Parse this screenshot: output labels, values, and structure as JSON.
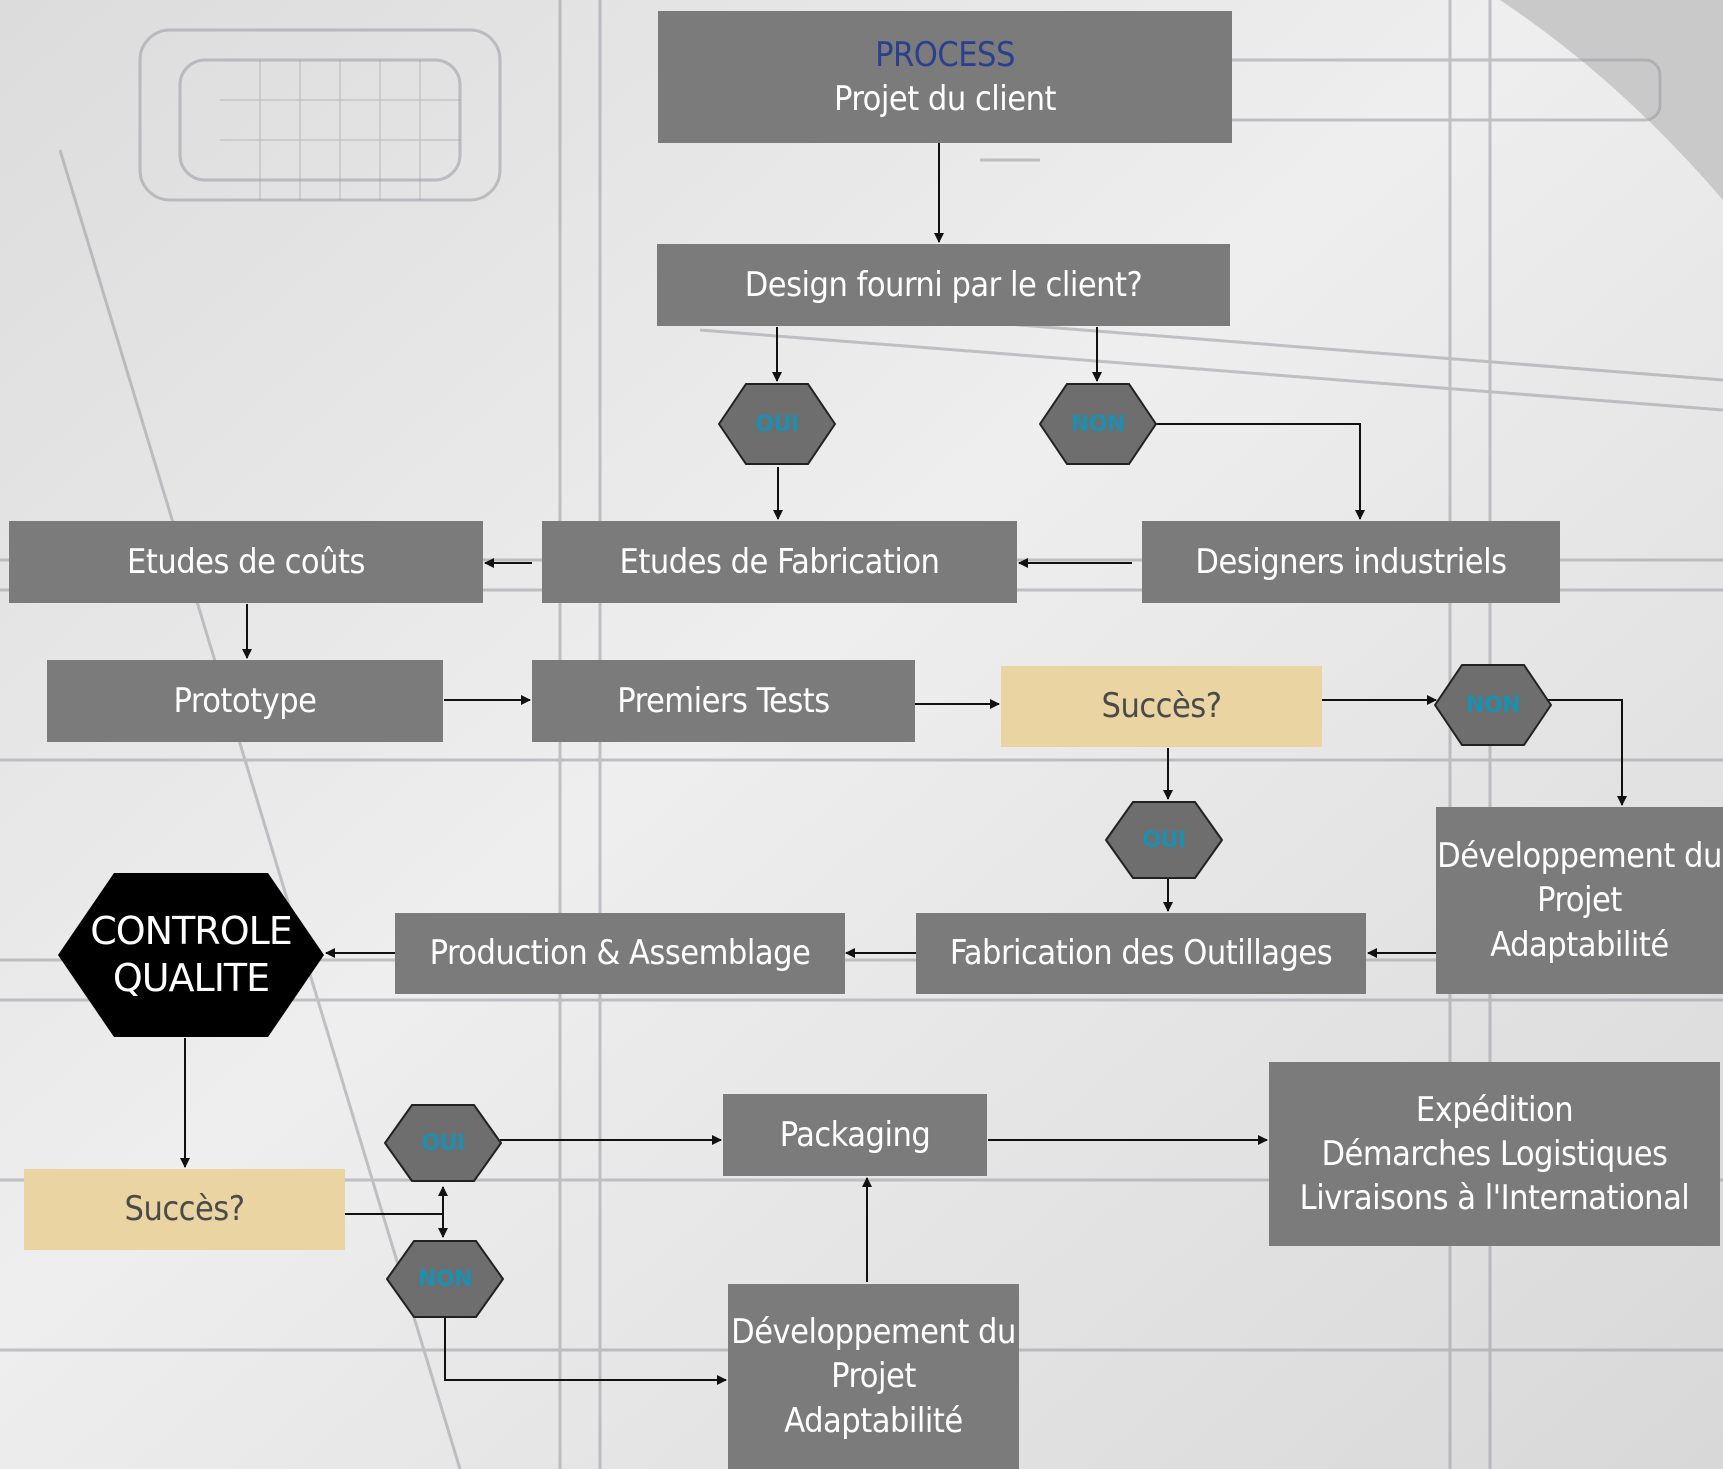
{
  "colors": {
    "box": "#7b7b7b",
    "box_text": "#ffffff",
    "title_text": "#2a3f8f",
    "decision_box": "#e9d4a2",
    "hex_fill": "#6e6e6e",
    "hex_label": "#1d8fb0",
    "quality_fill": "#000000",
    "arrow": "#111111"
  },
  "nodes": {
    "process": {
      "title": "PROCESS",
      "subtitle": "Projet du client"
    },
    "design_question": {
      "label": "Design fourni par le client?"
    },
    "oui_1": {
      "label": "OUI"
    },
    "non_1": {
      "label": "NON"
    },
    "etudes_couts": {
      "label": "Etudes de coûts"
    },
    "etudes_fabrication": {
      "label": "Etudes de Fabrication"
    },
    "designers": {
      "label": "Designers industriels"
    },
    "prototype": {
      "label": "Prototype"
    },
    "premiers_tests": {
      "label": "Premiers Tests"
    },
    "succes_1": {
      "label": "Succès?"
    },
    "non_2": {
      "label": "NON"
    },
    "oui_2": {
      "label": "OUI"
    },
    "dev_1": {
      "lines": [
        "Développement du",
        "Projet",
        "Adaptabilité"
      ]
    },
    "fabrication_outillages": {
      "label": "Fabrication des Outillages"
    },
    "production": {
      "label": "Production & Assemblage"
    },
    "controle": {
      "lines": [
        "CONTROLE",
        "QUALITE"
      ]
    },
    "succes_2": {
      "label": "Succès?"
    },
    "oui_3": {
      "label": "OUI"
    },
    "non_3": {
      "label": "NON"
    },
    "packaging": {
      "label": "Packaging"
    },
    "expedition": {
      "lines": [
        "Expédition",
        "Démarches Logistiques",
        "Livraisons à l'International"
      ]
    },
    "dev_2": {
      "lines": [
        "Développement du",
        "Projet",
        "Adaptabilité"
      ]
    }
  }
}
